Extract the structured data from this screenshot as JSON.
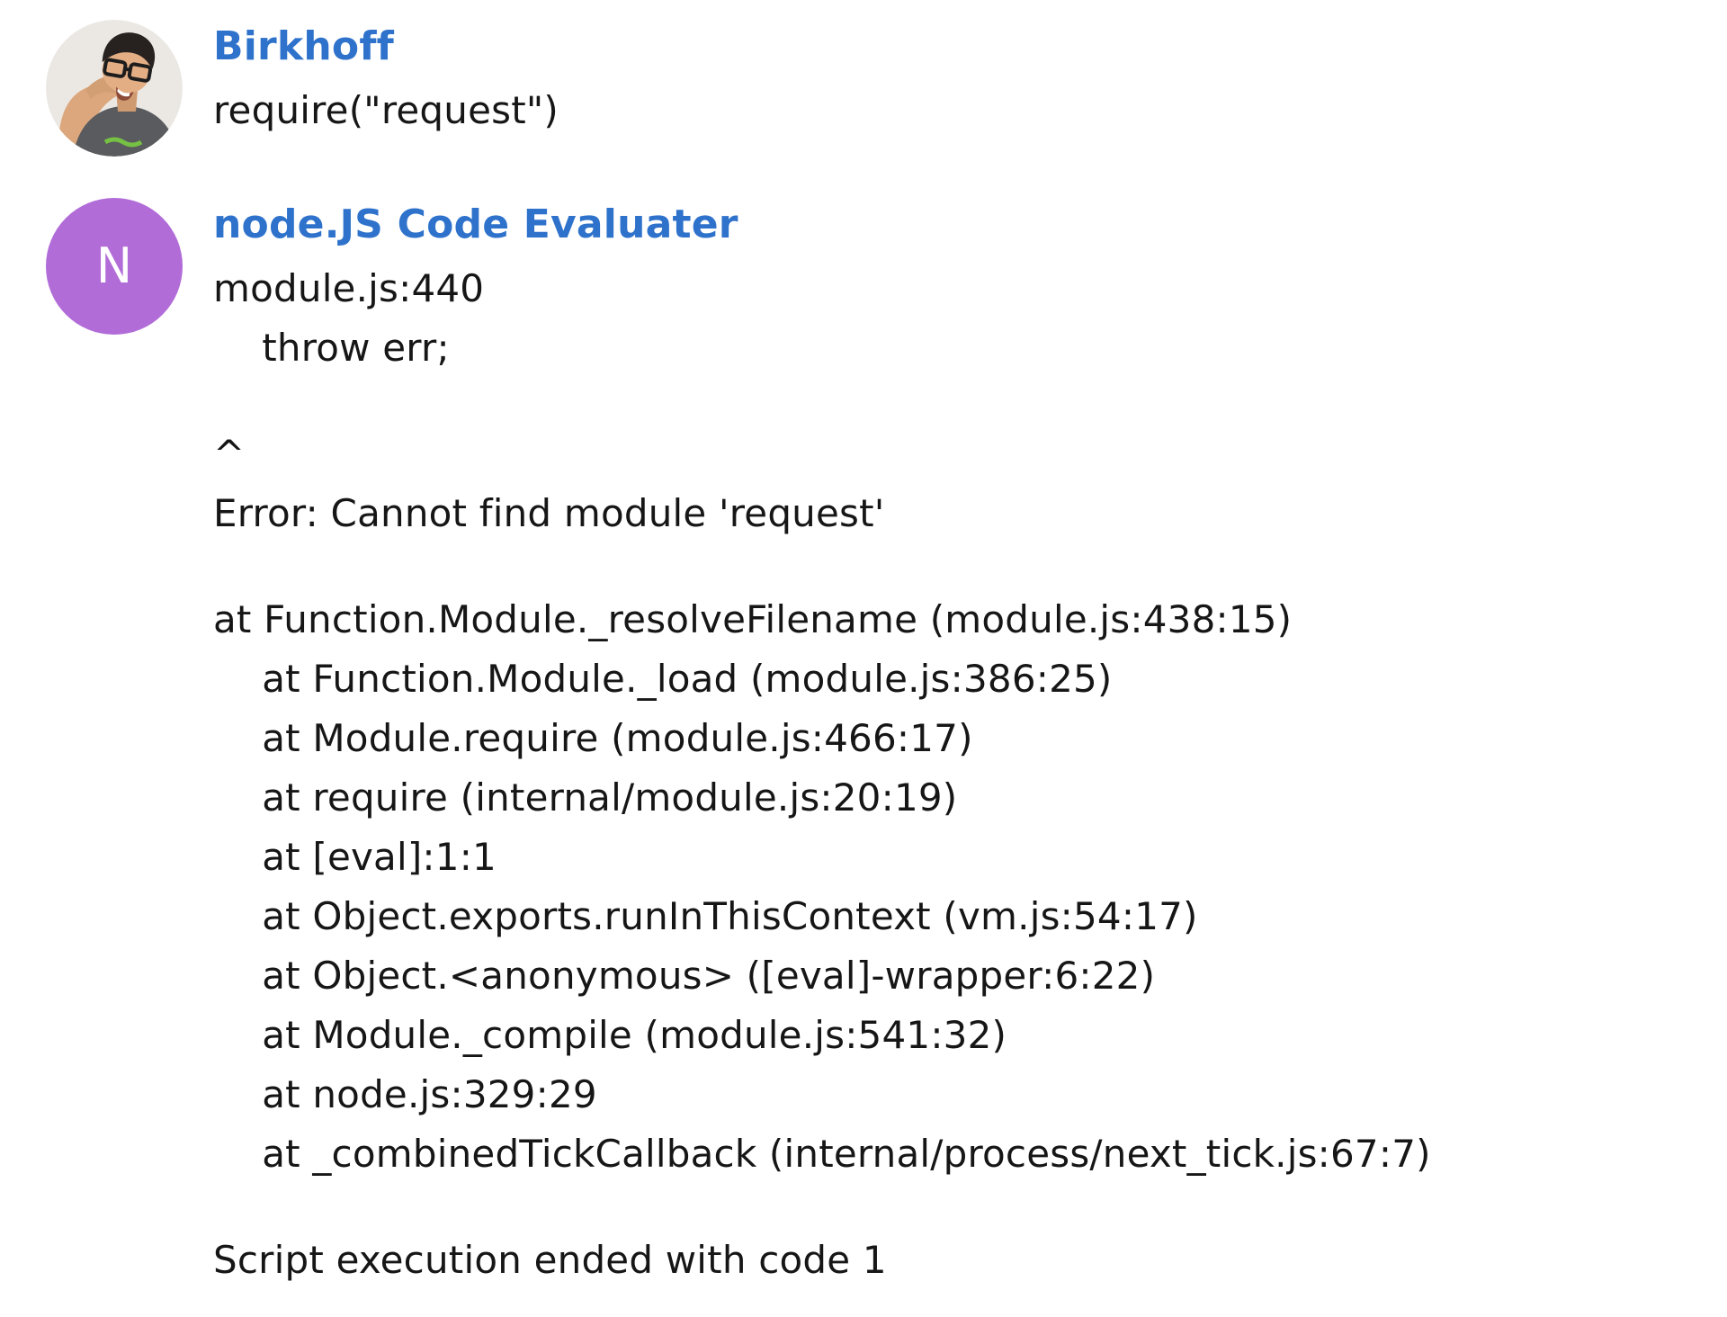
{
  "colors": {
    "page_bg": "#ffffff",
    "author_name": "#2e72cb",
    "body_text": "#161616",
    "avatar_letter_bg": "#b16cd8",
    "avatar_letter_fg": "#ffffff"
  },
  "messages": [
    {
      "author": "Birkhoff",
      "avatar": {
        "kind": "photo",
        "alt": "boy with glasses photo"
      },
      "lines": [
        "require(\"request\")"
      ]
    },
    {
      "author": "node.JS Code Evaluater",
      "avatar": {
        "kind": "letter",
        "letter": "N"
      },
      "lines": [
        "module.js:440",
        "    throw err;",
        "",
        "^",
        "Error: Cannot find module 'request'",
        "",
        "at Function.Module._resolveFilename (module.js:438:15)",
        "    at Function.Module._load (module.js:386:25)",
        "    at Module.require (module.js:466:17)",
        "    at require (internal/module.js:20:19)",
        "    at [eval]:1:1",
        "    at Object.exports.runInThisContext (vm.js:54:17)",
        "    at Object.<anonymous> ([eval]-wrapper:6:22)",
        "    at Module._compile (module.js:541:32)",
        "    at node.js:329:29",
        "    at _combinedTickCallback (internal/process/next_tick.js:67:7)",
        "",
        "Script execution ended with code 1"
      ]
    }
  ]
}
